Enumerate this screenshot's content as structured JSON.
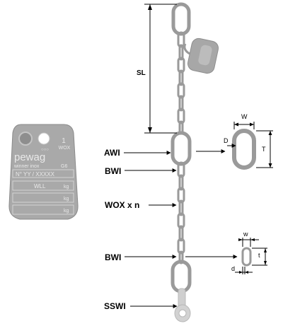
{
  "labels": {
    "sl": "SL",
    "awi": "AWI",
    "bwi_upper": "BWI",
    "wox": "WOX x n",
    "bwi_lower": "BWI",
    "sswi": "SSWI"
  },
  "dims": {
    "upper_w": "W",
    "upper_d": "D",
    "upper_t": "T",
    "lower_w": "w",
    "lower_t": "t",
    "lower_d": "d"
  },
  "tag": {
    "number": "1",
    "unit": "WOX",
    "dots": "○○○",
    "brand": "pewag",
    "line1_left": "winner inox",
    "line1_right": "G6",
    "line2": "N° YY / XXXXX",
    "wll_label": "WLL",
    "kg1": "kg",
    "kg2": "kg",
    "kg3": "kg"
  },
  "colors": {
    "chain": "#9a9a9a",
    "tag": "#a9a9a9",
    "tag_text": "#e9e9e9"
  }
}
